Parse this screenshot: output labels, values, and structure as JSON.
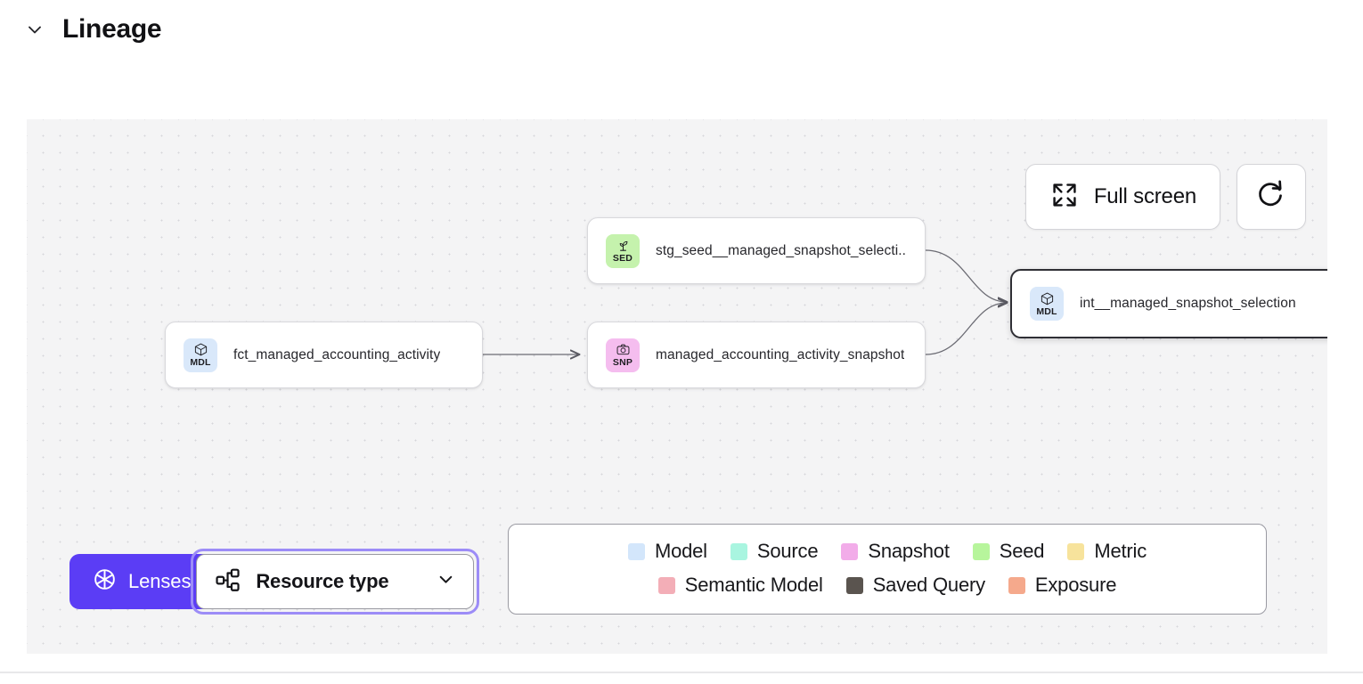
{
  "section": {
    "title": "Lineage",
    "collapse_icon": "chevron-down-icon",
    "expanded": true
  },
  "toolbar": {
    "fullscreen": {
      "label": "Full screen",
      "icon": "expand-arrows-icon"
    },
    "refresh": {
      "label": "",
      "icon": "refresh-icon"
    }
  },
  "controls": {
    "lenses": {
      "label": "Lenses",
      "icon": "aperture-icon",
      "color": "#5b3df5"
    },
    "resource_type": {
      "label": "Resource type",
      "icon": "hierarchy-icon",
      "chevron": "chevron-down-icon",
      "focused": true
    }
  },
  "graph": {
    "nodes": [
      {
        "id": "fct_managed_accounting_activity",
        "label": "fct_managed_accounting_activity",
        "resource_type": "Model",
        "badge_code": "MDL",
        "badge_icon": "cube-icon",
        "badge_color": "#d9e8fa",
        "selected": false
      },
      {
        "id": "stg_seed__managed_snapshot_selection",
        "label": "stg_seed__managed_snapshot_selecti...",
        "resource_type": "Seed",
        "badge_code": "SED",
        "badge_icon": "sprout-icon",
        "badge_color": "#c5f2ad",
        "selected": false
      },
      {
        "id": "managed_accounting_activity_snapshot",
        "label": "managed_accounting_activity_snapshot",
        "resource_type": "Snapshot",
        "badge_code": "SNP",
        "badge_icon": "camera-icon",
        "badge_color": "#f5bdef",
        "selected": false
      },
      {
        "id": "int__managed_snapshot_selection",
        "label": "int__managed_snapshot_selection",
        "resource_type": "Model",
        "badge_code": "MDL",
        "badge_icon": "cube-icon",
        "badge_color": "#d9e8fa",
        "selected": true
      }
    ],
    "edges": [
      {
        "from": "fct_managed_accounting_activity",
        "to": "managed_accounting_activity_snapshot"
      },
      {
        "from": "stg_seed__managed_snapshot_selection",
        "to": "int__managed_snapshot_selection"
      },
      {
        "from": "managed_accounting_activity_snapshot",
        "to": "int__managed_snapshot_selection"
      }
    ]
  },
  "legend": {
    "row1": [
      {
        "label": "Model",
        "color": "#d3e6fb"
      },
      {
        "label": "Source",
        "color": "#a9f5e0"
      },
      {
        "label": "Snapshot",
        "color": "#f2ace9"
      },
      {
        "label": "Seed",
        "color": "#b7f59c"
      },
      {
        "label": "Metric",
        "color": "#f7e39c"
      }
    ],
    "row2": [
      {
        "label": "Semantic Model",
        "color": "#f3aeb7"
      },
      {
        "label": "Saved Query",
        "color": "#5a544f"
      },
      {
        "label": "Exposure",
        "color": "#f5a98c"
      }
    ]
  }
}
